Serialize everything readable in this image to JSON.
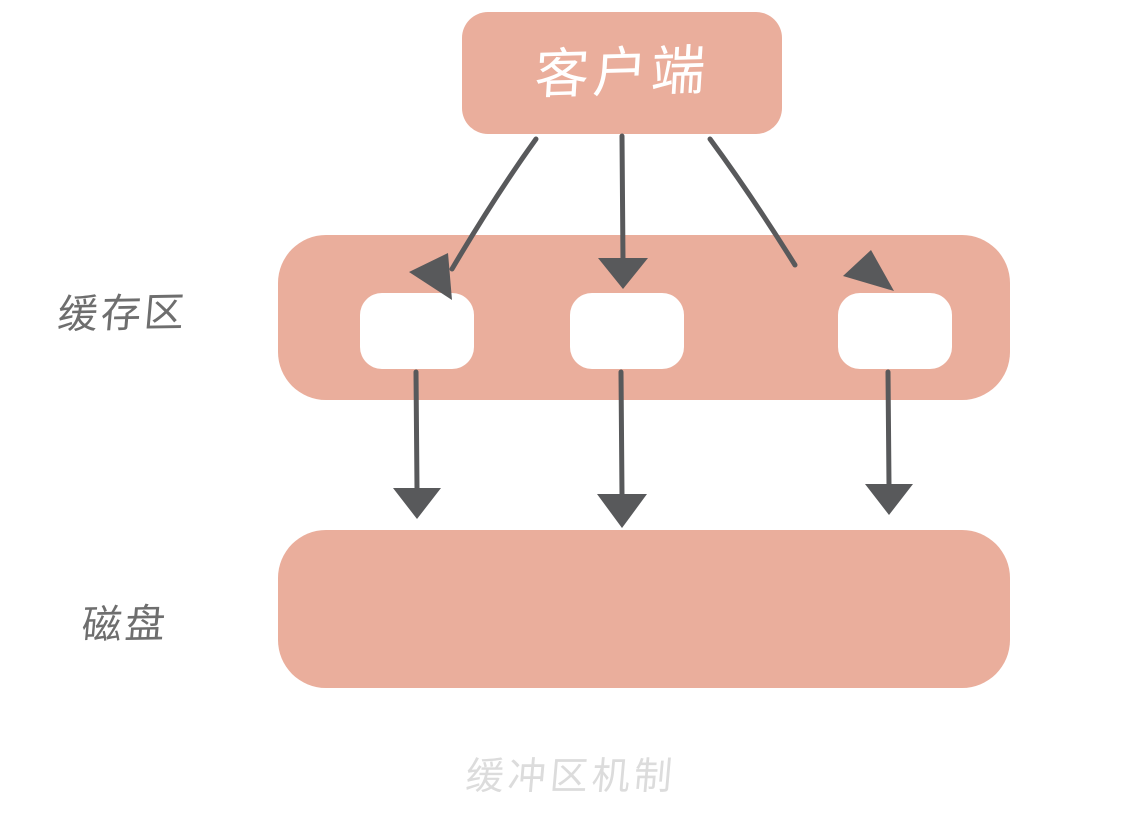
{
  "diagram": {
    "title_caption": "缓冲区机制",
    "colors": {
      "band_fill": "#EAAE9C",
      "slot_fill": "#FFFFFF",
      "arrow_stroke": "#58595B",
      "label_text": "#6E6E6E",
      "client_text": "#FFFFFF",
      "caption_text": "#DCDCDC",
      "background": "#FFFFFF"
    },
    "client": {
      "label": "客户端"
    },
    "rows": [
      {
        "label": "缓存区",
        "name": "cache-row"
      },
      {
        "label": "磁盘",
        "name": "disk-row"
      }
    ],
    "cache_slots": [
      {
        "index": 1,
        "label": ""
      },
      {
        "index": 2,
        "label": ""
      },
      {
        "index": 3,
        "label": ""
      }
    ],
    "arrows": {
      "client_to_cache": [
        {
          "from": "client",
          "to": "cache-slot-1"
        },
        {
          "from": "client",
          "to": "cache-slot-2"
        },
        {
          "from": "client",
          "to": "cache-slot-3"
        }
      ],
      "cache_to_disk": [
        {
          "from": "cache-slot-1",
          "to": "disk"
        },
        {
          "from": "cache-slot-2",
          "to": "disk"
        },
        {
          "from": "cache-slot-3",
          "to": "disk"
        }
      ]
    }
  }
}
